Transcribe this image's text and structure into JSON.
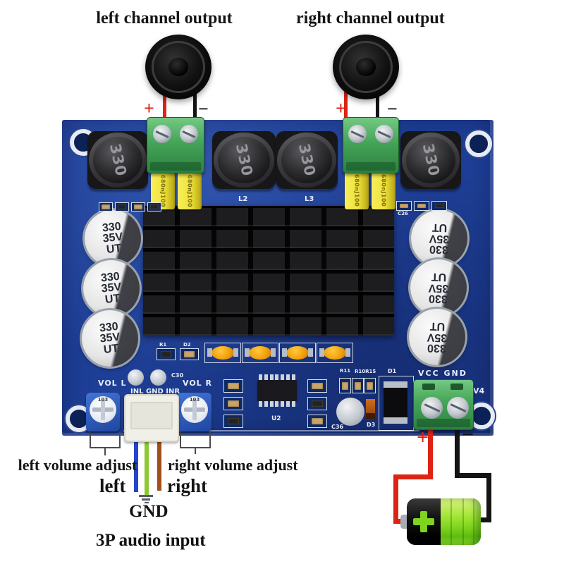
{
  "figure": {
    "top_labels": {
      "left": "left channel output",
      "right": "right channel output"
    },
    "bottom_labels": {
      "left_volume": "left volume adjust",
      "right_volume": "right volume adjust",
      "left_wire": "left",
      "right_wire": "right",
      "gnd_wire": "GND",
      "audio_input": "3P audio input"
    },
    "polarity": {
      "plus": "+",
      "minus": "−"
    }
  },
  "board": {
    "silkscreen": {
      "vol_l": "VOL L",
      "vol_r": "VOL R",
      "input_pins": "INL GND INR",
      "power_pins": "VCC GND",
      "l2": "L2",
      "l3": "L3",
      "u2": "U2",
      "v4": "V4",
      "c26": "C26",
      "c30": "C30",
      "c36": "C36",
      "d1": "D1",
      "d2": "D2",
      "d3": "D3",
      "r1": "R1",
      "r11": "R11",
      "r10_r15": "R10R15"
    },
    "parts": {
      "inductor_value": "330",
      "ecap_value": "330",
      "ecap_voltage": "35V",
      "ecap_series": "UT",
      "film_cap_value": "680nJ100",
      "pot_value": "103"
    }
  },
  "colors": {
    "pcb_blue": "#1e3f97",
    "terminal_green": "#44a457",
    "film_cap_yellow": "#efe23c",
    "battery_green": "#7fd41f",
    "wire_red": "#dd2414",
    "wire_black": "#141414",
    "wire_blue": "#2545cc",
    "wire_green": "#8cc832",
    "wire_brown": "#a0501a"
  }
}
